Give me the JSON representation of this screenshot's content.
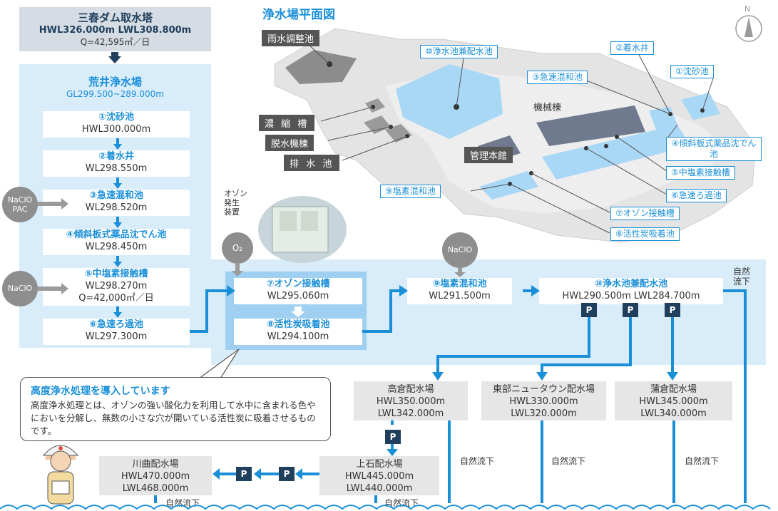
{
  "dam": {
    "title": "三春ダム取水塔",
    "hwl": "HWL326.000m LWL308.800m",
    "q": "Q=42,595㎥／日"
  },
  "plant": {
    "title": "荒井浄水場",
    "gl": "GL299.500~289.000m"
  },
  "steps": [
    {
      "name": "①沈砂池",
      "wl": "HWL300.000m"
    },
    {
      "name": "②着水井",
      "wl": "WL298.550m"
    },
    {
      "name": "③急速混和池",
      "wl": "WL298.520m"
    },
    {
      "name": "④傾斜板式薬品沈でん池",
      "wl": "WL298.450m"
    },
    {
      "name": "⑤中塩素接触槽",
      "wl": "WL298.270m",
      "q": "Q=42,000㎥／日"
    },
    {
      "name": "⑥急速ろ過池",
      "wl": "WL297.300m"
    }
  ],
  "chem1": {
    "line1": "NaClO",
    "line2": "PAC"
  },
  "chem2": "NaClO",
  "o2": "O₂",
  "chem3": "NaClO",
  "ozone_device": {
    "l1": "オゾン",
    "l2": "発生",
    "l3": "装置"
  },
  "ozone": {
    "name": "⑦オゾン接触槽",
    "wl": "WL295.060m"
  },
  "carbon": {
    "name": "⑧活性炭吸着池",
    "wl": "WL294.100m"
  },
  "chlorine_mix": {
    "name": "⑨塩素混和池",
    "wl": "WL291.500m"
  },
  "clear_well": {
    "name": "⑩浄水池兼配水池",
    "wl": "HWL290.500m LWL284.700m"
  },
  "shizen_top": {
    "l1": "自然",
    "l2": "流下"
  },
  "pump_label": "P",
  "reservoirs": [
    {
      "name": "高倉配水場",
      "hwl": "HWL350.000m",
      "lwl": "LWL342.000m"
    },
    {
      "name": "東部ニュータウン配水場",
      "hwl": "HWL330.000m",
      "lwl": "LWL320.000m"
    },
    {
      "name": "蒲倉配水場",
      "hwl": "HWL345.000m",
      "lwl": "LWL340.000m"
    },
    {
      "name": "上石配水場",
      "hwl": "HWL445.000m",
      "lwl": "LWL440.000m"
    },
    {
      "name": "川曲配水場",
      "hwl": "HWL470.000m",
      "lwl": "LWL468.000m"
    }
  ],
  "natural_flow": "自然流下",
  "callout": {
    "title": "高度浄水処理を導入しています",
    "body": "高度浄水処理とは、オゾンの強い酸化力を利用して水中に含まれる色やにおいを分解し、無数の小さな穴が開いている活性炭に吸着させるものです。"
  },
  "map": {
    "title": "浄水場平面図",
    "north": "N",
    "labels": {
      "rain": "雨水調整池",
      "thickener": "濃 縮 槽",
      "dewater": "脱水機棟",
      "drain": "排 水 池",
      "machine": "機械棟",
      "admin": "管理本館",
      "b10": "⑩浄水池兼配水池",
      "b2": "②着水井",
      "b3": "③急速混和池",
      "b1": "①沈砂池",
      "b4": "④傾斜板式薬品沈でん池",
      "b5": "⑤中塩素接触槽",
      "b6": "⑥急速ろ過池",
      "b7": "⑦オゾン接触槽",
      "b8": "⑧活性炭吸着池",
      "b9": "⑨塩素混和池"
    }
  },
  "colors": {
    "accent": "#1a8fd8",
    "panel": "#d9ecfa",
    "dark": "#1f3f5c",
    "grey": "#e6e6e6"
  }
}
